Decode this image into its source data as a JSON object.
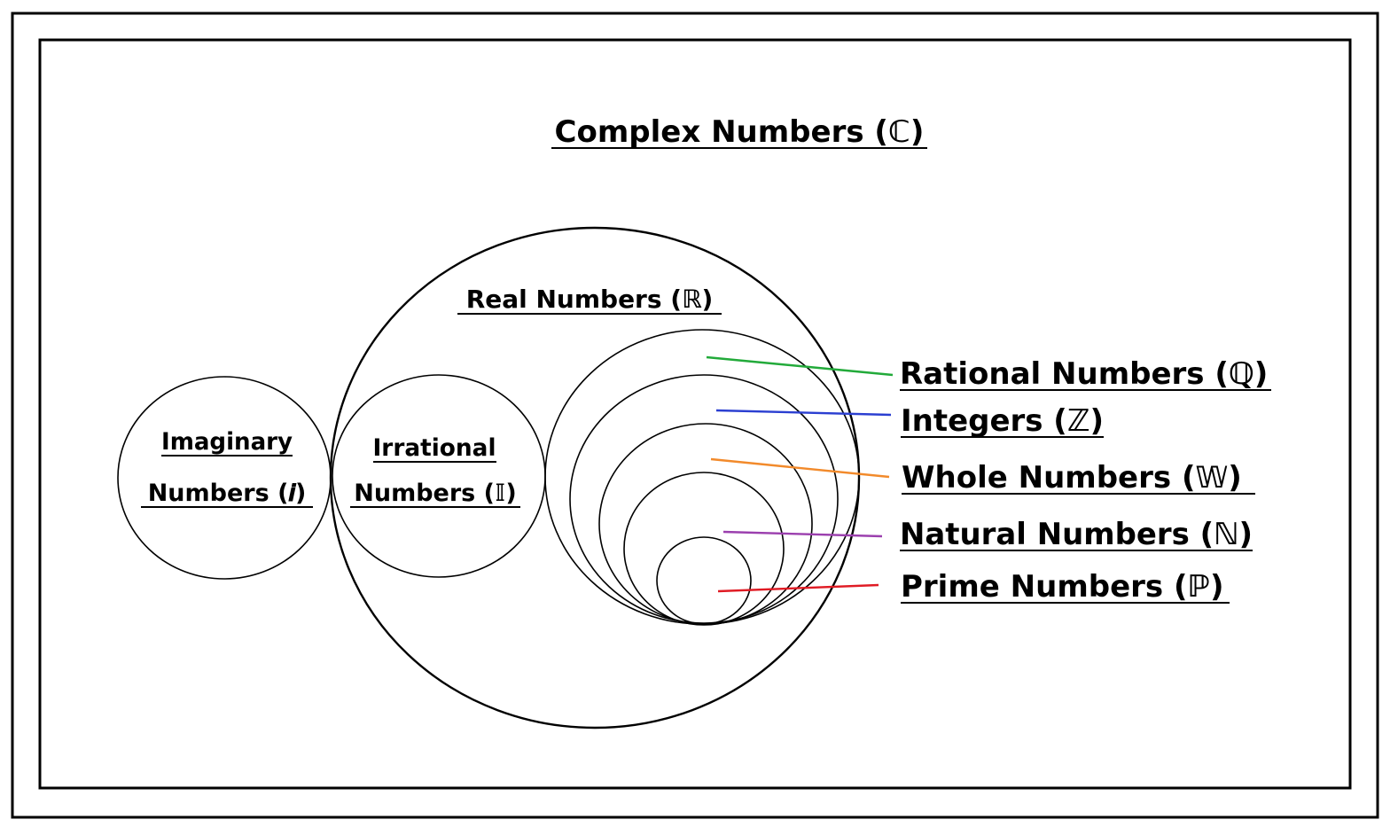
{
  "title": "Complex Numbers (ℂ)",
  "sets": {
    "imaginary": {
      "line1": "Imaginary",
      "line2": "Numbers (𝒊)"
    },
    "irrational": {
      "line1": "Irrational",
      "line2": "Numbers (𝕀)"
    },
    "real": {
      "label": "Real Numbers (ℝ)"
    },
    "rational": {
      "label": "Rational Numbers (ℚ)",
      "color": "#22aa3a"
    },
    "integers": {
      "label": "Integers (ℤ)",
      "color": "#2b3fd1"
    },
    "whole": {
      "label": "Whole Numbers (𝕎)",
      "color": "#f28a2b"
    },
    "natural": {
      "label": "Natural Numbers (ℕ)",
      "color": "#9b3fae"
    },
    "prime": {
      "label": "Prime Numbers (ℙ)",
      "color": "#e01b24"
    }
  }
}
